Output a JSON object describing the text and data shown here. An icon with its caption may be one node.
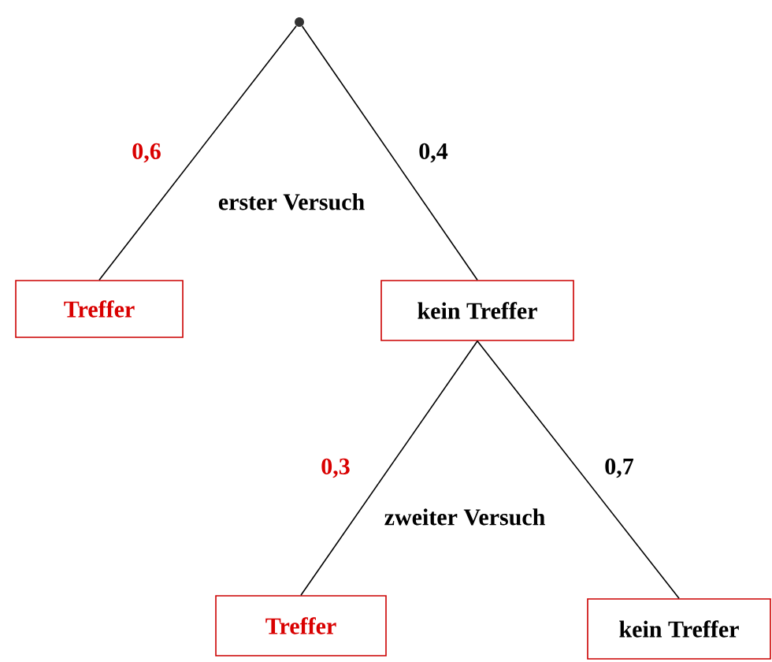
{
  "diagram": {
    "nodes": [
      {
        "text": [],
        "shape": "circle"
      },
      {
        "text": [
          "Treffer"
        ]
      },
      {
        "text": [
          "kein Treffer"
        ]
      },
      {
        "text": [
          "Treffer"
        ]
      },
      {
        "text": [
          "kein Treffer"
        ]
      }
    ],
    "edges": [
      {
        "from": 0,
        "to": 1,
        "arrow": "none",
        "label": "0,6"
      },
      {
        "from": 0,
        "to": 2,
        "arrow": "none",
        "label": "0,4"
      },
      {
        "from": 2,
        "to": 3,
        "arrow": "none",
        "label": "0,3"
      },
      {
        "from": 2,
        "to": 4,
        "arrow": "none",
        "label": "0,7"
      }
    ],
    "labels": [
      "erster Versuch",
      "zweiter Versuch"
    ]
  }
}
